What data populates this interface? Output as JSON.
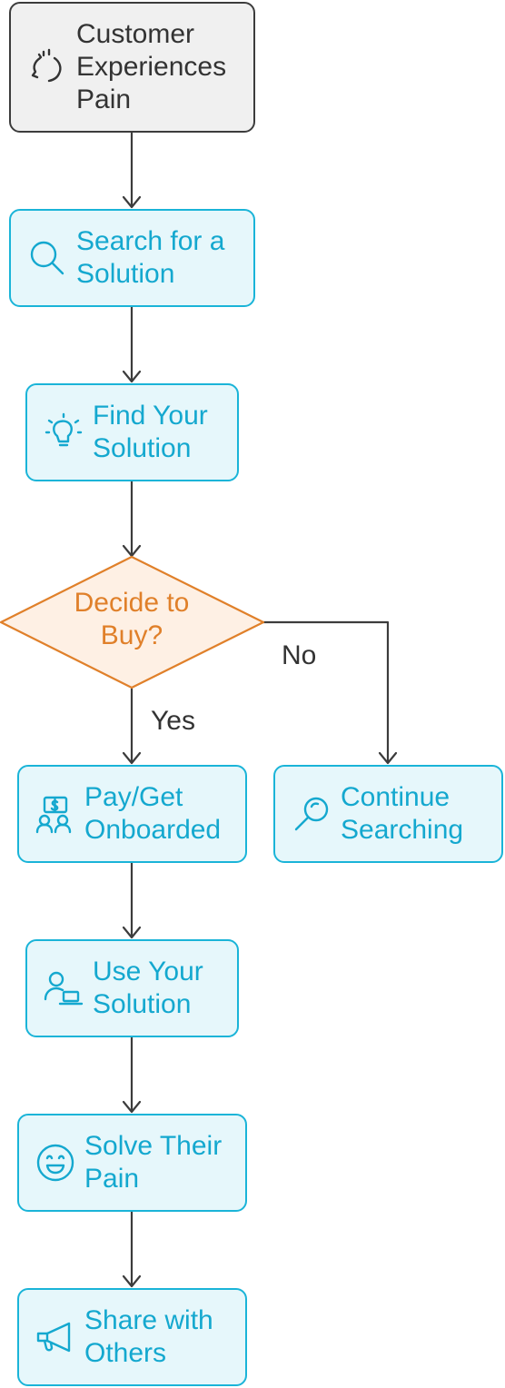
{
  "nodes": {
    "customer_experiences_pain": {
      "label": "Customer\nExperiences\nPain",
      "icon": "head-thought-icon"
    },
    "search_for_solution": {
      "label": "Search for a\nSolution",
      "icon": "magnifier-icon"
    },
    "find_your_solution": {
      "label": "Find Your\nSolution",
      "icon": "lightbulb-icon"
    },
    "decide_to_buy": {
      "label": "Decide to\nBuy?",
      "shape": "diamond"
    },
    "pay_get_onboarded": {
      "label": "Pay/Get\nOnboarded",
      "icon": "payment-people-icon"
    },
    "continue_searching": {
      "label": "Continue\nSearching",
      "icon": "magnifier-icon"
    },
    "use_your_solution": {
      "label": "Use Your\nSolution",
      "icon": "user-laptop-icon"
    },
    "solve_their_pain": {
      "label": "Solve Their\nPain",
      "icon": "smiley-icon"
    },
    "share_with_others": {
      "label": "Share with\nOthers",
      "icon": "megaphone-icon"
    }
  },
  "edges": {
    "yes_label": "Yes",
    "no_label": "No"
  },
  "colors": {
    "blue_accent": "#14a8cf",
    "blue_fill": "#e6f7fb",
    "gray_fill": "#f0f0f0",
    "orange_accent": "#e0802a",
    "orange_fill": "#fef0e4",
    "arrow": "#3c3c3c"
  }
}
